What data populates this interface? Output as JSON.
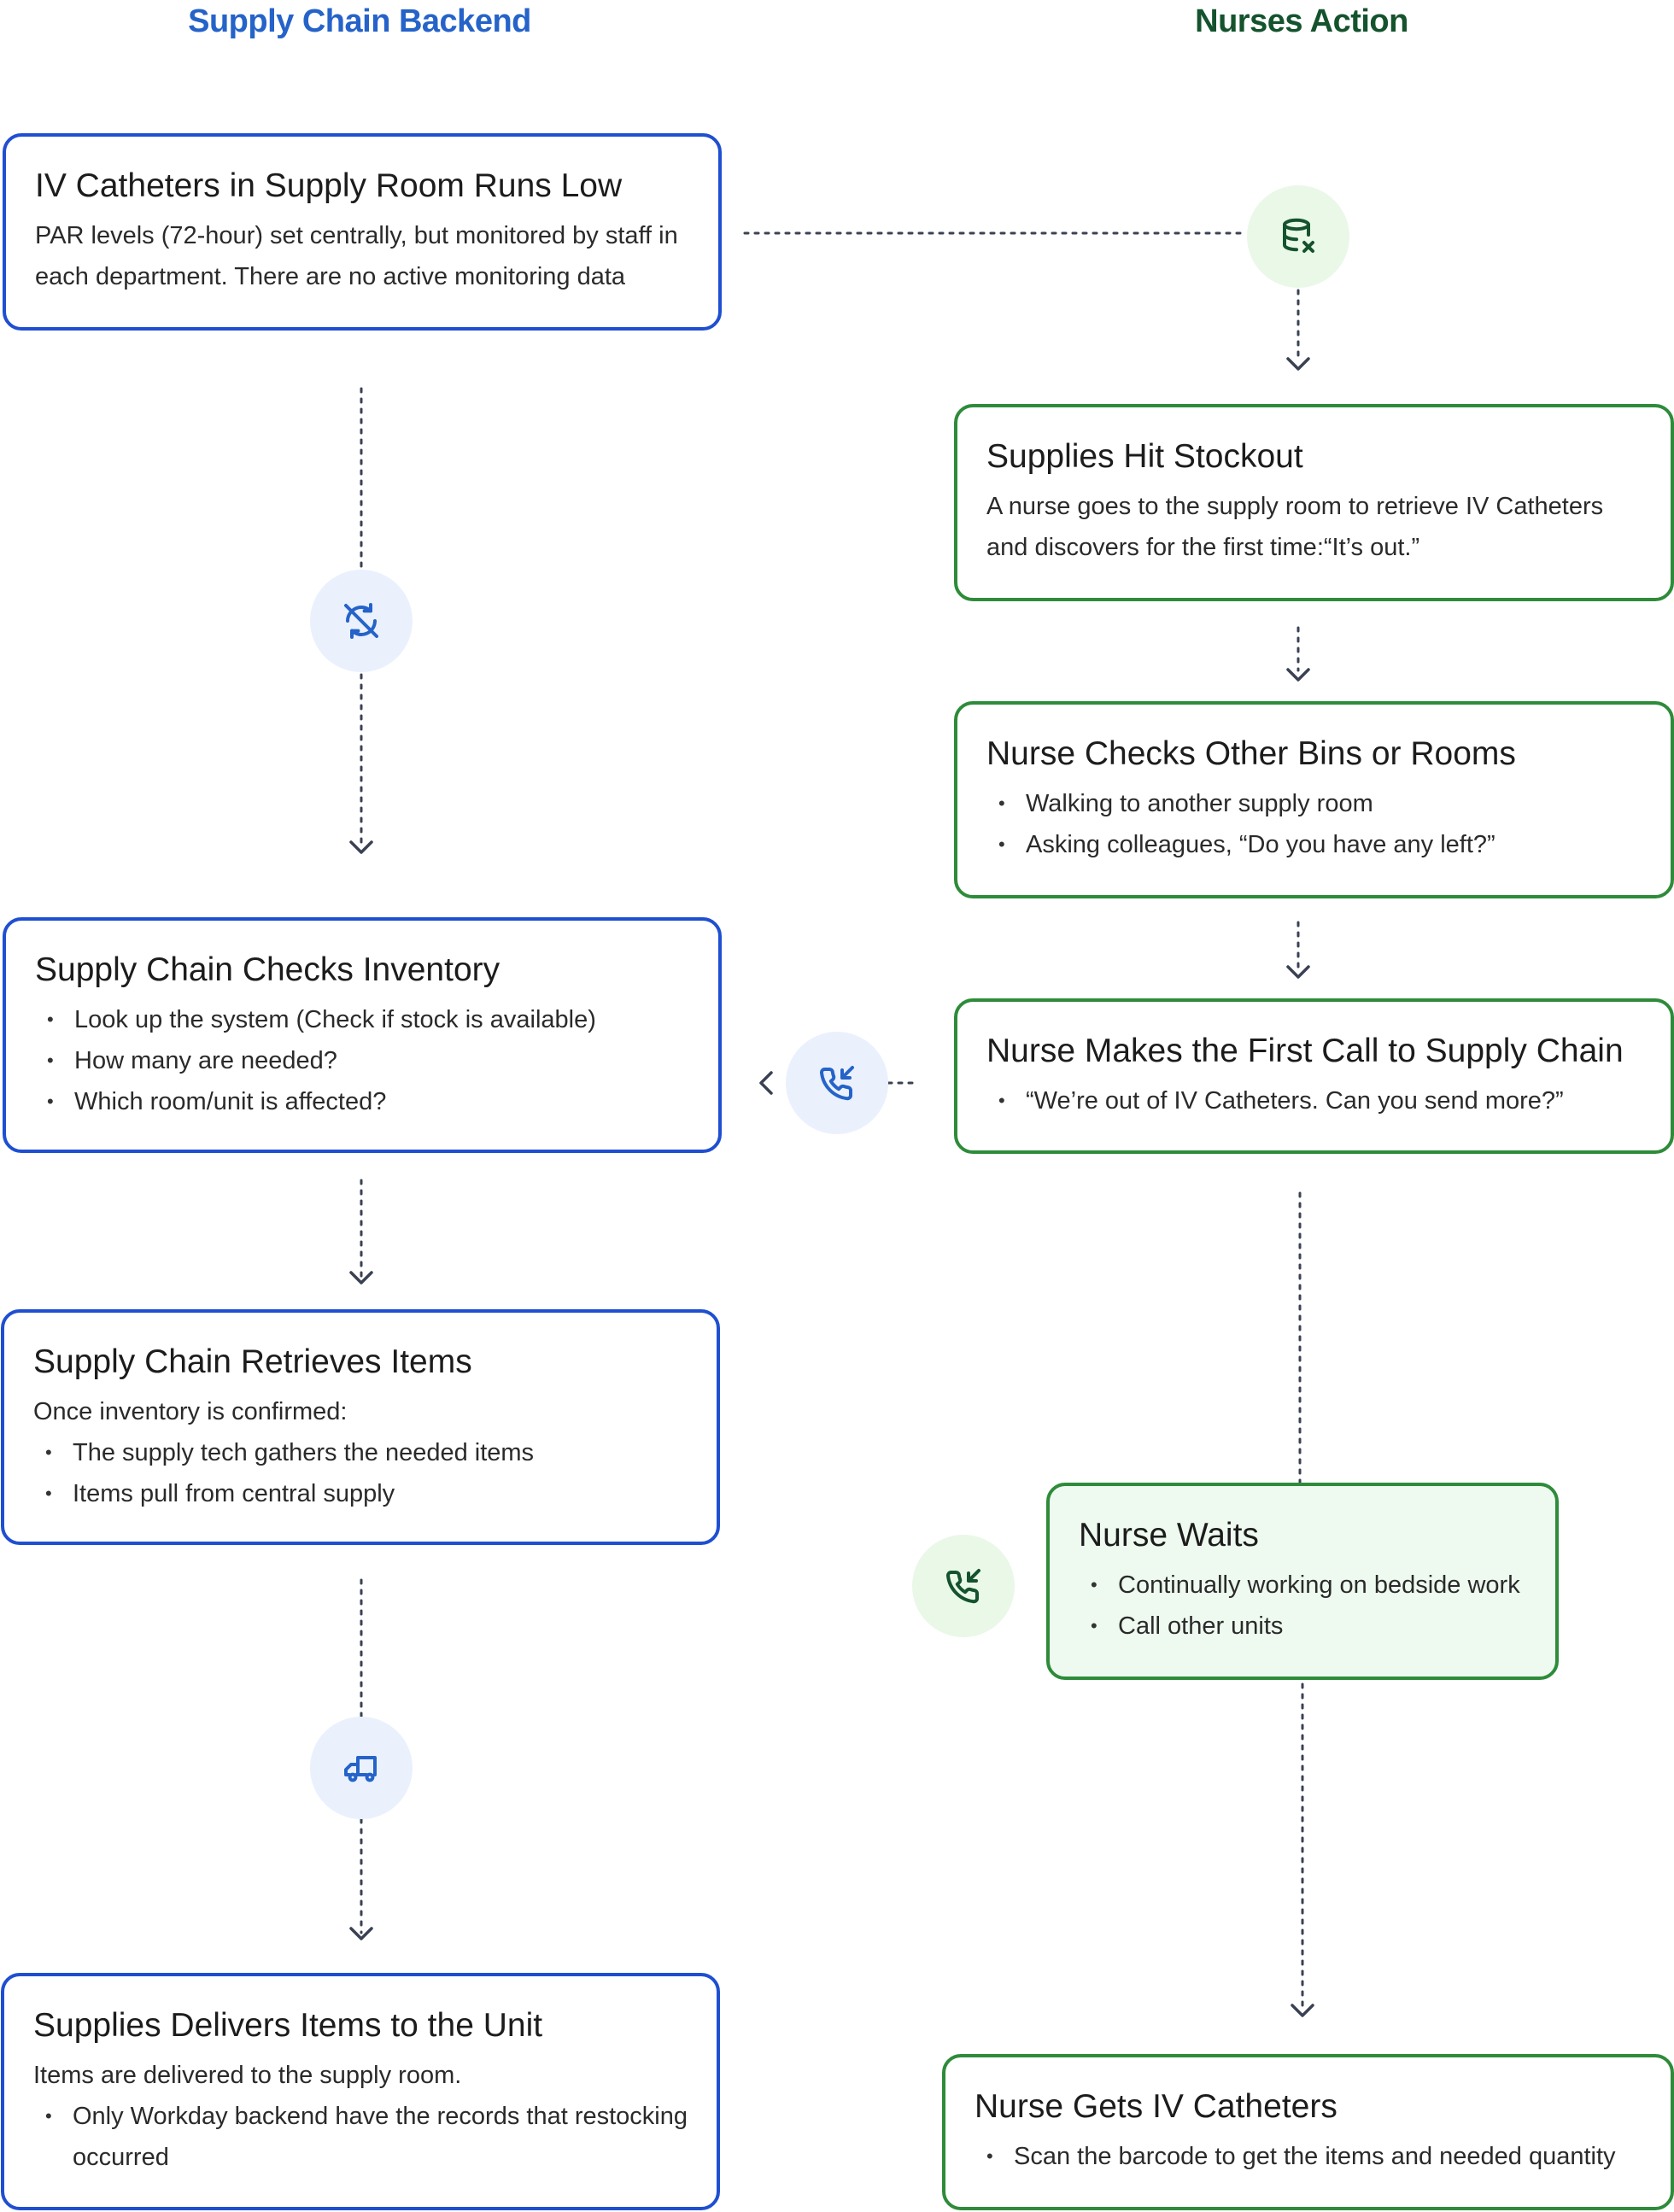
{
  "lanes": {
    "left": "Supply Chain Backend",
    "right": "Nurses Action"
  },
  "colors": {
    "left_accent": "#1f4fd1",
    "right_accent": "#2e8b3a",
    "highlight_fill": "#eefaef"
  },
  "steps": {
    "low": {
      "title": "IV Catheters in Supply Room Runs Low",
      "text": "PAR levels (72-hour) set centrally, but monitored by staff in each department. There are no active monitoring data"
    },
    "stockout": {
      "title": "Supplies Hit Stockout",
      "text": "A nurse goes to the supply room to retrieve IV Catheters and discovers for the first time:“It’s out.”"
    },
    "checks_bins": {
      "title": "Nurse Checks Other Bins or Rooms",
      "bullets": [
        "Walking to another supply room",
        "Asking colleagues, “Do you have any left?”"
      ]
    },
    "first_call": {
      "title": "Nurse Makes the First Call to Supply Chain",
      "bullets": [
        "“We’re out of IV Catheters. Can you send more?”"
      ]
    },
    "check_inventory": {
      "title": "Supply Chain Checks Inventory",
      "bullets": [
        "Look up the system (Check if stock is available)",
        "How many are needed?",
        "Which room/unit is affected?"
      ]
    },
    "retrieves": {
      "title": "Supply Chain Retrieves Items",
      "text": "Once inventory is confirmed:",
      "bullets": [
        "The supply tech gathers the needed items",
        "Items pull from central supply"
      ]
    },
    "waits": {
      "title": "Nurse Waits",
      "bullets": [
        "Continually working on bedside work",
        "Call other units"
      ]
    },
    "delivers": {
      "title": "Supplies Delivers Items to the Unit",
      "text": "Items are delivered to the supply room.",
      "bullets": [
        "Only Workday backend have the records that restocking occurred"
      ]
    },
    "gets": {
      "title": "Nurse Gets IV Catheters",
      "bullets": [
        "Scan the barcode to get the items and needed quantity"
      ]
    }
  },
  "icons": [
    "database-x-icon",
    "sync-off-icon",
    "phone-incoming-icon",
    "truck-icon"
  ]
}
